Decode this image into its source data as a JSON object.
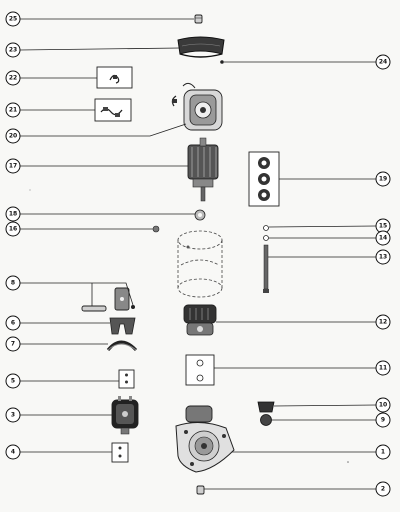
{
  "callouts": [
    {
      "id": "25"
    },
    {
      "id": "23"
    },
    {
      "id": "24"
    },
    {
      "id": "22"
    },
    {
      "id": "21"
    },
    {
      "id": "20"
    },
    {
      "id": "17"
    },
    {
      "id": "19"
    },
    {
      "id": "18"
    },
    {
      "id": "16"
    },
    {
      "id": "15"
    },
    {
      "id": "14"
    },
    {
      "id": "13"
    },
    {
      "id": "8"
    },
    {
      "id": "6"
    },
    {
      "id": "12"
    },
    {
      "id": "7"
    },
    {
      "id": "5"
    },
    {
      "id": "11"
    },
    {
      "id": "3"
    },
    {
      "id": "10"
    },
    {
      "id": "9"
    },
    {
      "id": "4"
    },
    {
      "id": "1"
    },
    {
      "id": "2"
    }
  ],
  "parts": [
    {
      "name": "thru-bolt-nut",
      "icon": "small-nut"
    },
    {
      "name": "band",
      "icon": "band-strap"
    },
    {
      "name": "screw",
      "icon": "small-dot"
    },
    {
      "name": "brush-kit",
      "icon": "brush-card"
    },
    {
      "name": "brush-lead-kit",
      "icon": "brush-card"
    },
    {
      "name": "commutator-end-head",
      "icon": "end-head"
    },
    {
      "name": "armature",
      "icon": "armature"
    },
    {
      "name": "washer-kit",
      "icon": "washer-card"
    },
    {
      "name": "washer",
      "icon": "ring"
    },
    {
      "name": "screw-small",
      "icon": "small-screw"
    },
    {
      "name": "washer-small",
      "icon": "small-washer"
    },
    {
      "name": "lock-washer",
      "icon": "small-washer"
    },
    {
      "name": "thru-bolt",
      "icon": "long-bolt"
    },
    {
      "name": "pin",
      "icon": "pin"
    },
    {
      "name": "shift-lever",
      "icon": "lever"
    },
    {
      "name": "drive-assembly",
      "icon": "drive-gear"
    },
    {
      "name": "lever-spring",
      "icon": "spring-arc"
    },
    {
      "name": "plate",
      "icon": "plate"
    },
    {
      "name": "gasket",
      "icon": "gasket"
    },
    {
      "name": "solenoid",
      "icon": "solenoid"
    },
    {
      "name": "bushing",
      "icon": "bushing"
    },
    {
      "name": "seal",
      "icon": "seal"
    },
    {
      "name": "plate-small",
      "icon": "plate"
    },
    {
      "name": "drive-housing",
      "icon": "housing"
    },
    {
      "name": "screw-bottom",
      "icon": "small-nut"
    }
  ]
}
